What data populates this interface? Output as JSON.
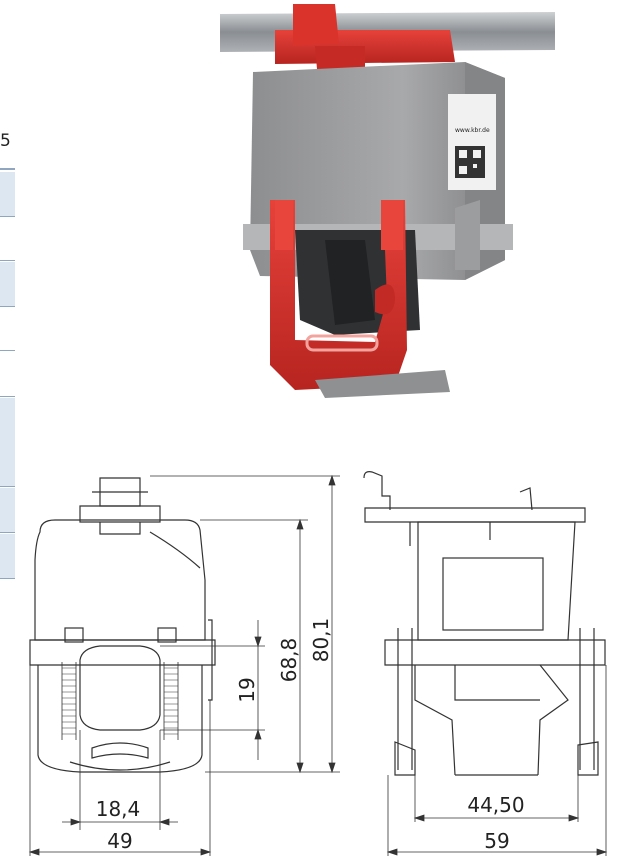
{
  "table_fragment": {
    "title_char": "5",
    "rows": 9
  },
  "photo": {
    "label_text": "www.kbr.de"
  },
  "dimensions": {
    "front_height_total": "80,1",
    "front_height_body": "68,8",
    "front_opening_height": "19",
    "front_opening_width": "18,4",
    "front_width_total": "49",
    "side_inner_width": "44,50",
    "side_width_total": "59"
  },
  "colors": {
    "housing": "#9a9a9c",
    "clip": "#d8312b",
    "rail": "#8a8e92",
    "table_stripe": "#dde7f2"
  }
}
